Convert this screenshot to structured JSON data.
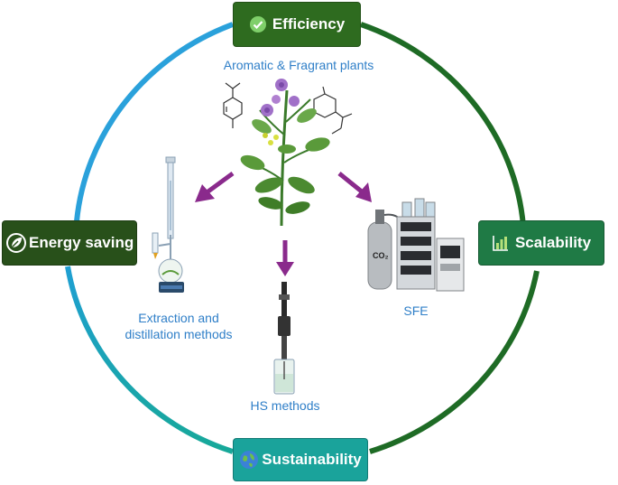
{
  "badges": {
    "efficiency": "Efficiency",
    "energy_saving": "Energy saving",
    "scalability": "Scalability",
    "sustainability": "Sustainability"
  },
  "labels": {
    "plants": "Aromatic & Fragrant plants",
    "extraction_line1": "Extraction and",
    "extraction_line2": "distillation methods",
    "sfe": "SFE",
    "hs": "HS methods",
    "co2": "CO₂"
  },
  "colors": {
    "dark_green": "#2e6b1f",
    "mid_green": "#1f7a33",
    "teal": "#1aa39b",
    "blue": "#2aa1db",
    "arrow_purple": "#8a2a8c",
    "label_blue": "#2f7fc8"
  },
  "icons": {
    "efficiency": "check-circle-icon",
    "energy_saving": "leaf-icon",
    "scalability": "bar-chart-icon",
    "sustainability": "globe-icon"
  }
}
